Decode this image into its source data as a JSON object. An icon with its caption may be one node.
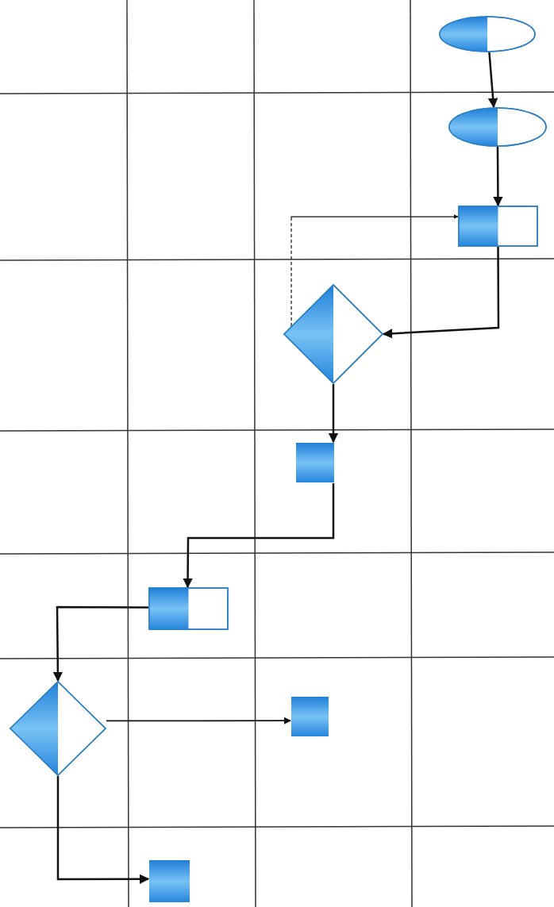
{
  "diagram": {
    "nodes": [
      {
        "text": [],
        "shape": "ellipse"
      },
      {
        "text": [],
        "shape": "ellipse"
      },
      {
        "text": [],
        "shape": "box"
      },
      {
        "text": [],
        "shape": "diamond"
      },
      {
        "text": [],
        "shape": "box"
      },
      {
        "text": [],
        "shape": "box"
      },
      {
        "text": [],
        "shape": "diamond"
      },
      {
        "text": [],
        "shape": "box"
      },
      {
        "text": [],
        "shape": "box"
      }
    ],
    "edges": [
      {
        "from": 0,
        "to": 1,
        "arrow": "to"
      },
      {
        "from": 1,
        "to": 2,
        "arrow": "to"
      },
      {
        "from": 2,
        "to": 3,
        "arrow": "to"
      },
      {
        "from": 3,
        "to": 2,
        "arrow": "to",
        "style": "dashed"
      },
      {
        "from": 3,
        "to": 4,
        "arrow": "to"
      },
      {
        "from": 4,
        "to": 5,
        "arrow": "to"
      },
      {
        "from": 5,
        "to": 6,
        "arrow": "to"
      },
      {
        "from": 6,
        "to": 7,
        "arrow": "to"
      },
      {
        "from": 6,
        "to": 8,
        "arrow": "to"
      }
    ]
  }
}
